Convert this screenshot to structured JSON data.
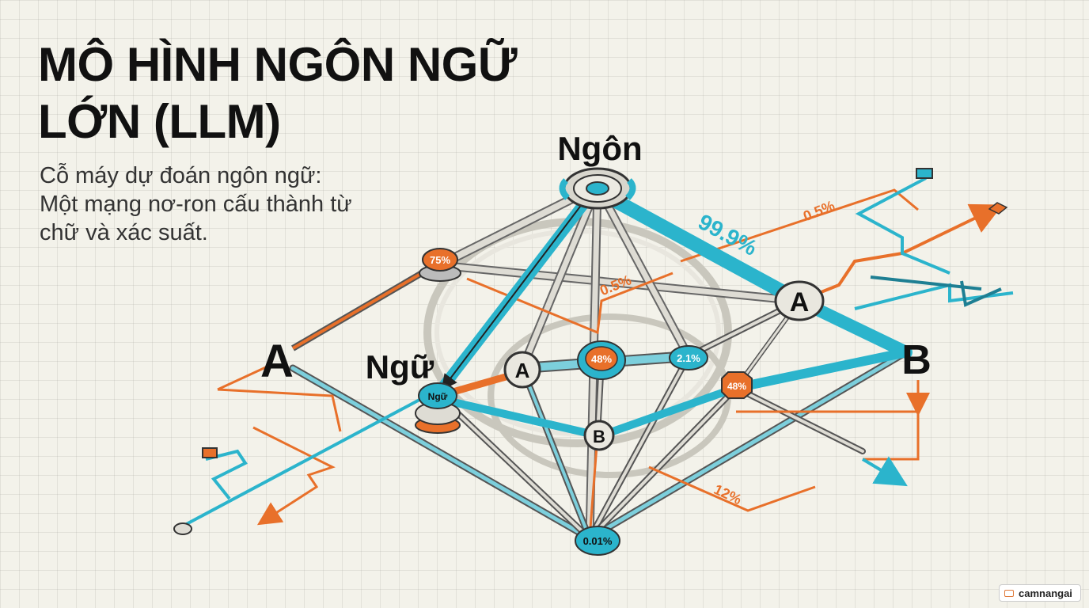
{
  "header": {
    "title_line1": "MÔ HÌNH NGÔN NGỮ",
    "title_line2": "LỚN (LLM)",
    "subtitle_line1": "Cỗ máy dự đoán ngôn ngữ:",
    "subtitle_line2": "Một mạng nơ-ron cấu thành từ",
    "subtitle_line3": "chữ và xác suất."
  },
  "labels": {
    "top_word": "Ngôn",
    "left_word": "Ngữ",
    "left_letter": "A",
    "right_letter": "B",
    "upper_right_letter": "A",
    "center_a": "A",
    "center_b": "B",
    "ngu_node": "Ngữ"
  },
  "probabilities": {
    "p_999": "99.9%",
    "p_05_right": "0.5%",
    "p_05_center": "0.5%",
    "p_75": "75%",
    "p_48_center": "48%",
    "p_21": "2.1%",
    "p_48_right": "48%",
    "p_12": "12%",
    "p_001": "0.01%"
  },
  "colors": {
    "blue": "#2bb4cc",
    "orange": "#e8702a",
    "dark_blue": "#1e7f93",
    "ink": "#1a1a1a"
  },
  "watermark": {
    "text": "camnangai"
  }
}
